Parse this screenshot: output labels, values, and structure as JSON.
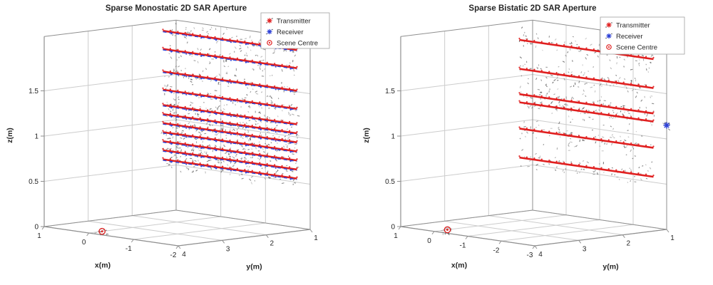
{
  "figure": {
    "background": "#ffffff"
  },
  "chart_data": [
    {
      "type": "line",
      "plot_kind": "3d-line-scatter (MATLAB-style axes, az -37.5 el 30)",
      "title": "Sparse Monostatic 2D SAR Aperture",
      "xlabel": "x(m)",
      "ylabel": "y(m)",
      "zlabel": "z(m)",
      "x_ticks": [
        "1",
        "0",
        "-1",
        "-2"
      ],
      "y_ticks": [
        "4",
        "3",
        "2",
        "1"
      ],
      "z_ticks": [
        "0",
        "0.5",
        "1",
        "1.5"
      ],
      "x_range": [
        -2,
        1
      ],
      "y_range": [
        1,
        4
      ],
      "z_range": [
        0,
        2.1
      ],
      "grid": true,
      "legend": {
        "position": "top-right",
        "entries": [
          {
            "label": "Transmitter",
            "marker": "asterisk",
            "color": "#e01f1f"
          },
          {
            "label": "Receiver",
            "marker": "asterisk",
            "color": "#2b3fd6"
          },
          {
            "label": "Scene Centre",
            "marker": "circle",
            "color": "#e01f1f"
          }
        ]
      },
      "aperture_tracks": {
        "direction": "along-x",
        "y": 1.3,
        "z_levels": [
          2.0,
          1.8,
          1.55,
          1.35,
          1.18,
          1.08,
          0.98,
          0.88,
          0.78,
          0.68,
          0.58
        ],
        "transmitter_color": "#e01f1f",
        "receiver_color": "#2b3fd6",
        "colocated": true
      },
      "scene_centre": {
        "x": 0,
        "y": 3.7,
        "z": 0
      },
      "receiver_point": null,
      "speckle": {
        "per_track": 55,
        "field": 170,
        "color": "#3c3c3c"
      }
    },
    {
      "type": "line",
      "plot_kind": "3d-line-scatter (MATLAB-style axes, az -37.5 el 30)",
      "title": "Sparse Bistatic 2D SAR Aperture",
      "xlabel": "x(m)",
      "ylabel": "y(m)",
      "zlabel": "z(m)",
      "x_ticks": [
        "1",
        "0",
        "-1",
        "-2",
        "-3"
      ],
      "y_ticks": [
        "4",
        "3",
        "2",
        "1"
      ],
      "z_ticks": [
        "0",
        "0.5",
        "1",
        "1.5"
      ],
      "x_range": [
        -3,
        1
      ],
      "y_range": [
        1,
        4
      ],
      "z_range": [
        0,
        2.1
      ],
      "grid": true,
      "legend": {
        "position": "top-right",
        "entries": [
          {
            "label": "Transmitter",
            "marker": "asterisk",
            "color": "#e01f1f"
          },
          {
            "label": "Receiver",
            "marker": "asterisk",
            "color": "#2b3fd6"
          },
          {
            "label": "Scene Centre",
            "marker": "circle",
            "color": "#e01f1f"
          }
        ]
      },
      "aperture_tracks": {
        "direction": "along-x",
        "y": 1.3,
        "z_levels": [
          1.9,
          1.58,
          1.3,
          1.21,
          0.92,
          0.6
        ],
        "transmitter_color": "#e01f1f",
        "receiver_color": "#2b3fd6",
        "colocated": false
      },
      "scene_centre": {
        "x": 0,
        "y": 3.7,
        "z": 0
      },
      "receiver_point": {
        "x": -3,
        "y": 1,
        "z": 1.15
      },
      "speckle": {
        "per_track": 60,
        "field": 150,
        "color": "#3c3c3c"
      }
    }
  ]
}
